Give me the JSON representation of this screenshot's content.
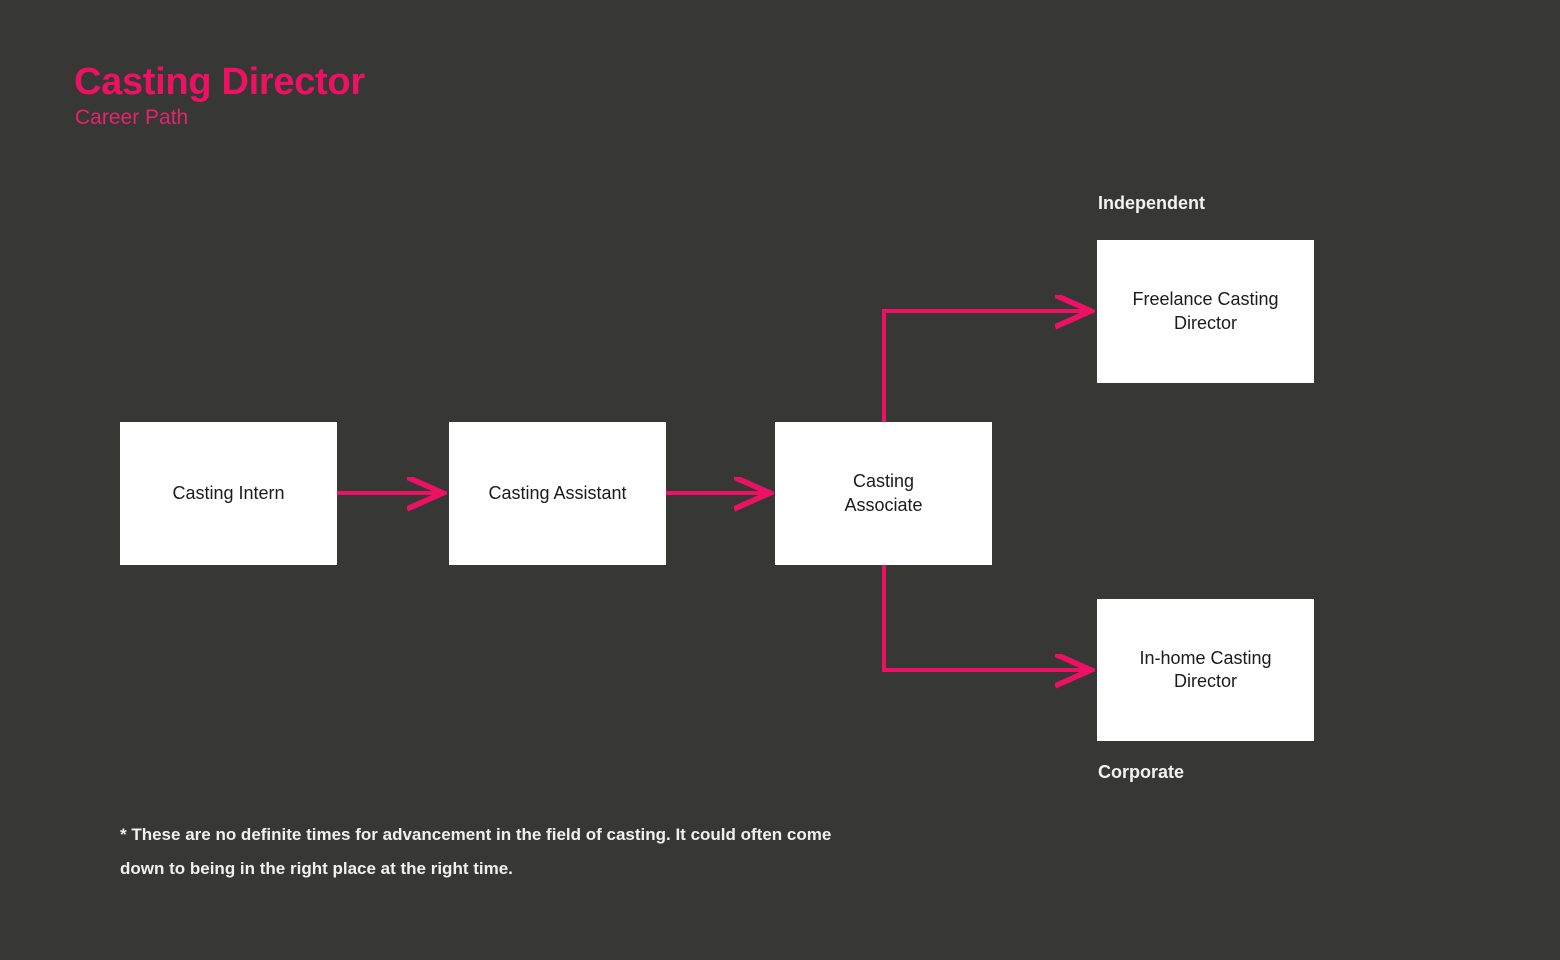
{
  "header": {
    "title": "Casting Director",
    "subtitle": "Career Path"
  },
  "colors": {
    "background": "#373735",
    "accent_pink": "#ED1164",
    "node_fill": "#FFFFFF",
    "node_text": "#1B1B1B",
    "label_text": "#F2F2F0"
  },
  "section_labels": {
    "independent": "Independent",
    "corporate": "Corporate"
  },
  "nodes": [
    {
      "id": "casting-intern",
      "label": "Casting Intern"
    },
    {
      "id": "casting-assistant",
      "label": "Casting Assistant"
    },
    {
      "id": "casting-associate",
      "label": "Casting\nAssociate"
    },
    {
      "id": "freelance-casting-director",
      "label": "Freelance Casting\nDirector"
    },
    {
      "id": "inhome-casting-director",
      "label": "In-home Casting\nDirector"
    }
  ],
  "edges": [
    {
      "from": "casting-intern",
      "to": "casting-assistant",
      "style": "straight-arrow"
    },
    {
      "from": "casting-assistant",
      "to": "casting-associate",
      "style": "straight-arrow"
    },
    {
      "from": "casting-associate",
      "to": "freelance-casting-director",
      "style": "elbow-up-arrow"
    },
    {
      "from": "casting-associate",
      "to": "inhome-casting-director",
      "style": "elbow-down-arrow"
    }
  ],
  "footnote": {
    "text": "* These are no definite times for advancement in the field of casting. It could often come down to being in the right place at the right time."
  }
}
